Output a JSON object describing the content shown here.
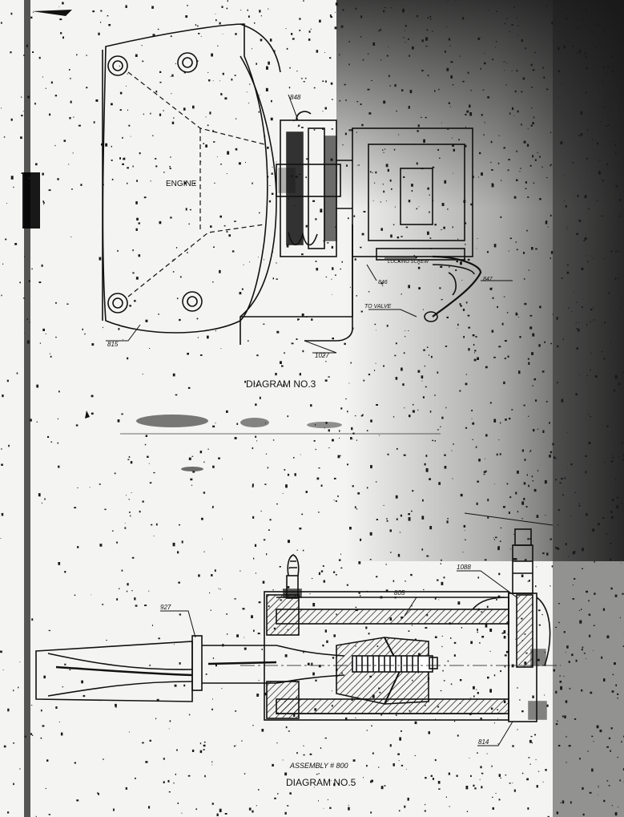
{
  "diagram3": {
    "caption": "DIAGRAM NO.3",
    "engine_label": "ENGINE",
    "part_labels": {
      "p_815": "815",
      "p_1027": "1027",
      "p_848": "848",
      "p_846": "846",
      "p_lock": "LOCKING SCREW",
      "p_valve": "TO VALVE",
      "p_847": "847"
    }
  },
  "diagram5": {
    "caption": "DIAGRAM NO.5",
    "assembly_label": "ASSEMBLY # 800",
    "part_labels": {
      "p_927": "927",
      "p_805": "805",
      "p_1088": "1088",
      "p_814": "814"
    }
  },
  "colors": {
    "ink": "#111111",
    "paper": "#f4f4f2",
    "noise": "#1a1a1a"
  }
}
